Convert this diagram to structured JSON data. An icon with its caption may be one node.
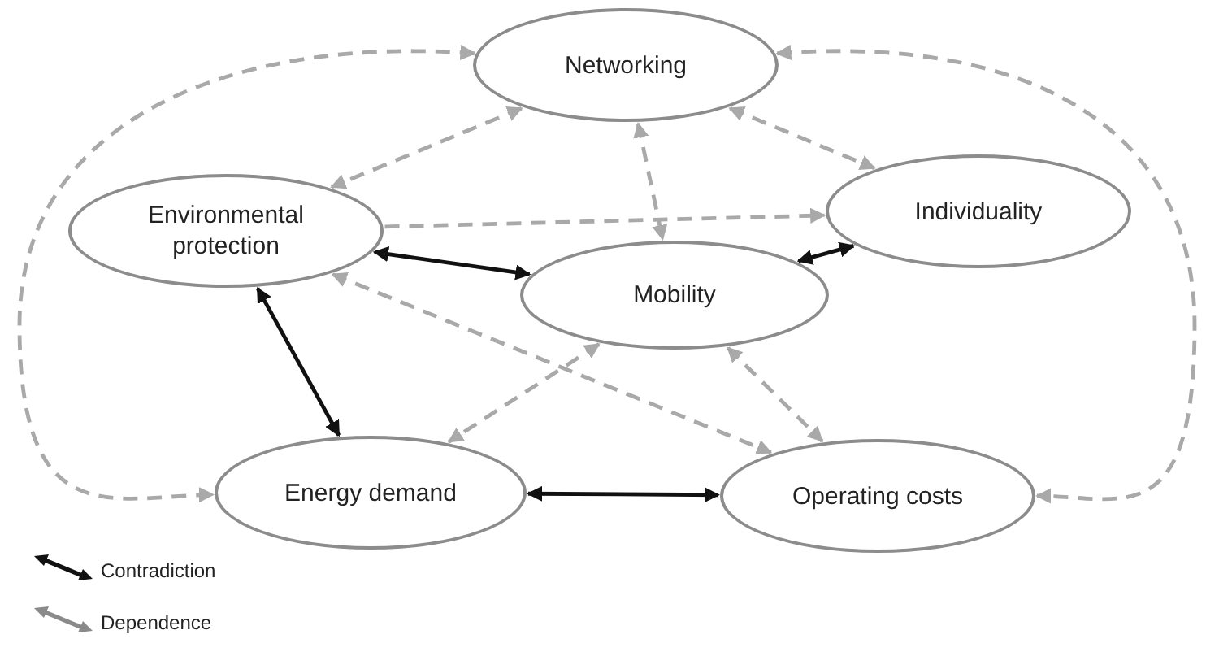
{
  "diagram": {
    "nodes": [
      {
        "text": [
          "Networking"
        ]
      },
      {
        "text": [
          "Environmental protection"
        ]
      },
      {
        "text": [
          "Individuality"
        ]
      },
      {
        "text": [
          "Mobility"
        ]
      },
      {
        "text": [
          "Energy demand"
        ]
      },
      {
        "text": [
          "Operating costs"
        ]
      }
    ],
    "edges": [
      {
        "from": 0,
        "to": 1,
        "arrow": "both",
        "style": "dashed"
      },
      {
        "from": 0,
        "to": 2,
        "arrow": "both",
        "style": "dashed"
      },
      {
        "from": 0,
        "to": 3,
        "arrow": "both",
        "style": "dashed"
      },
      {
        "from": 1,
        "to": 2,
        "arrow": "to",
        "style": "dashed"
      },
      {
        "from": 1,
        "to": 3,
        "arrow": "both",
        "color": "#111111"
      },
      {
        "from": 3,
        "to": 2,
        "arrow": "both",
        "color": "#111111"
      },
      {
        "from": 1,
        "to": 4,
        "arrow": "both",
        "color": "#111111"
      },
      {
        "from": 3,
        "to": 4,
        "arrow": "both",
        "style": "dashed"
      },
      {
        "from": 1,
        "to": 5,
        "arrow": "both",
        "style": "dashed"
      },
      {
        "from": 3,
        "to": 5,
        "arrow": "both",
        "style": "dashed"
      },
      {
        "from": 4,
        "to": 5,
        "arrow": "both",
        "color": "#111111"
      },
      {
        "from": 0,
        "to": 4,
        "arrow": "both",
        "style": "dashed"
      },
      {
        "from": 0,
        "to": 5,
        "arrow": "both",
        "style": "dashed"
      }
    ],
    "legend": [
      {
        "text": "Contradiction"
      },
      {
        "text": "Dependence"
      }
    ]
  }
}
